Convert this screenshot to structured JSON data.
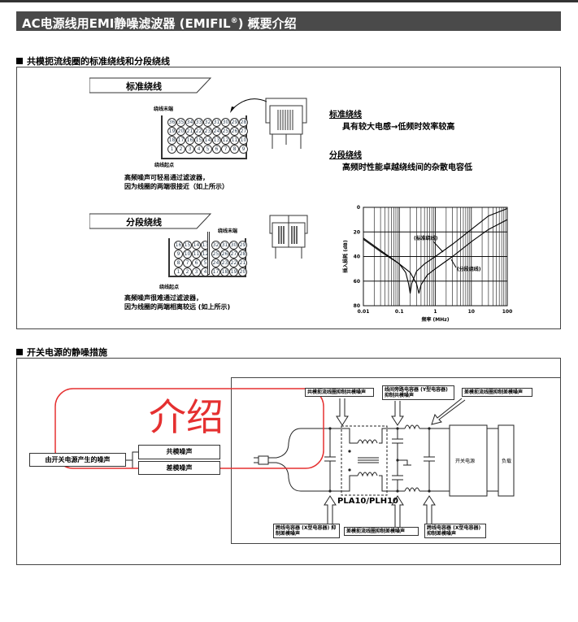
{
  "title": {
    "main": "AC电源线用EMI静噪滤波器 (EMIFIL",
    "reg": "®",
    "end": ") 概要介绍"
  },
  "section1": {
    "heading": "共模扼流线圈的标准绕线和分段绕线",
    "standard": {
      "banner": "标准绕线",
      "end_label": "绕线末端",
      "start_label": "绕线起点",
      "rows": [
        [
          36,
          35,
          34,
          33,
          32,
          31,
          30,
          29,
          28
        ],
        [
          19,
          20,
          21,
          22,
          23,
          24,
          25,
          26,
          27
        ],
        [
          18,
          17,
          16,
          15,
          14,
          13,
          12,
          11,
          10
        ],
        [
          1,
          2,
          3,
          4,
          5,
          6,
          7,
          8,
          9
        ]
      ],
      "caption1": "高频噪声可轻易通过滤波器，",
      "caption2": "因为线圈的两端很接近（如上所示）"
    },
    "segmented": {
      "banner": "分段绕线",
      "end_label": "绕线末端",
      "start_label": "绕线起点",
      "left_rows": [
        [
          16,
          15,
          14,
          13
        ],
        [
          9,
          10,
          11,
          12
        ],
        [
          8,
          7,
          6,
          5
        ],
        [
          1,
          2,
          3,
          4
        ]
      ],
      "right_rows": [
        [
          32,
          31,
          30,
          29
        ],
        [
          25,
          26,
          27,
          28
        ],
        [
          24,
          23,
          22,
          21
        ],
        [
          17,
          18,
          19,
          20
        ]
      ],
      "caption1": "高频噪声很难通过滤波器，",
      "caption2": "因为线圈的两端相离较远 (如上所示)"
    },
    "notes": [
      {
        "title": "标准绕线",
        "text": "具有较大电感→低频时效率较高"
      },
      {
        "title": "分段绕线",
        "text": "高频时性能卓越绕线间的杂散电容低"
      }
    ]
  },
  "chart_data": {
    "type": "line",
    "title": "",
    "xlabel": "频率 (MHz)",
    "ylabel": "插入损耗 (dB)",
    "xscale": "log",
    "xlim": [
      0.01,
      100
    ],
    "ylim": [
      0,
      80
    ],
    "y_inverted": true,
    "grid": true,
    "xticks": [
      "0.01",
      "0.1",
      "1",
      "10",
      "100"
    ],
    "yticks": [
      "0",
      "20",
      "40",
      "60",
      "80"
    ],
    "series": [
      {
        "name": "(标准绕线)",
        "points": [
          [
            0.01,
            25
          ],
          [
            0.03,
            35
          ],
          [
            0.1,
            46
          ],
          [
            0.15,
            53
          ],
          [
            0.18,
            62
          ],
          [
            0.2,
            70
          ],
          [
            0.22,
            62
          ],
          [
            0.3,
            52
          ],
          [
            0.5,
            46
          ],
          [
            1,
            40
          ],
          [
            3,
            30
          ],
          [
            10,
            18
          ],
          [
            30,
            7
          ],
          [
            100,
            1
          ]
        ]
      },
      {
        "name": "(分段绕线)",
        "points": [
          [
            0.01,
            26
          ],
          [
            0.03,
            36
          ],
          [
            0.1,
            46
          ],
          [
            0.2,
            53
          ],
          [
            0.3,
            62
          ],
          [
            0.35,
            70
          ],
          [
            0.4,
            63
          ],
          [
            0.6,
            55
          ],
          [
            1,
            50
          ],
          [
            3,
            40
          ],
          [
            10,
            28
          ],
          [
            30,
            18
          ],
          [
            100,
            10
          ]
        ]
      }
    ]
  },
  "section2": {
    "heading": "开关电源的静噪措施",
    "source_noise": "由开关电源产生的噪声",
    "common_mode": "共模噪声",
    "diff_mode": "差模噪声",
    "watermark": "介绍",
    "part": "PLA10/PLH10",
    "psu": "开关电源",
    "load": "负载",
    "top_labels": [
      "共模扼流线圈抑制共模噪声",
      "线间旁路电容器 (Y型电容器) 抑制共模噪声",
      "差模扼流线圈抑制差模噪声"
    ],
    "bottom_labels": [
      "跨线电容器 (X型电容器) 抑制差模噪声",
      "差模扼流线圈抑制差模噪声",
      "跨线电容器 (X型电容器) 抑制差模噪声"
    ]
  }
}
